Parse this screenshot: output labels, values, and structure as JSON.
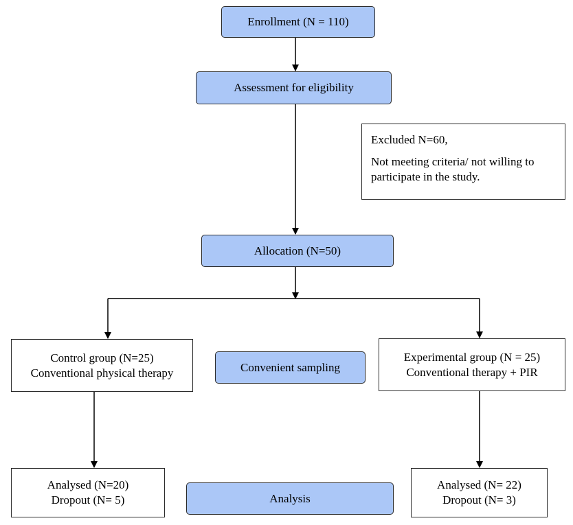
{
  "flow": {
    "enrollment": "Enrollment (N = 110)",
    "eligibility": "Assessment for eligibility",
    "excluded": {
      "line1": "Excluded N=60,",
      "line2": "Not meeting criteria/ not willing to participate in the study."
    },
    "allocation": "Allocation (N=50)",
    "control": {
      "line1": "Control group (N=25)",
      "line2": "Conventional physical therapy"
    },
    "sampling": "Convenient sampling",
    "experimental": {
      "line1": "Experimental group (N = 25)",
      "line2": "Conventional therapy + PIR"
    },
    "control_result": {
      "line1": "Analysed (N=20)",
      "line2": "Dropout (N= 5)"
    },
    "analysis": "Analysis",
    "experimental_result": {
      "line1": "Analysed (N= 22)",
      "line2": "Dropout (N= 3)"
    }
  },
  "colors": {
    "stage_fill": "#abc7f7",
    "box_border": "#2b2b2b",
    "line": "#000000"
  }
}
